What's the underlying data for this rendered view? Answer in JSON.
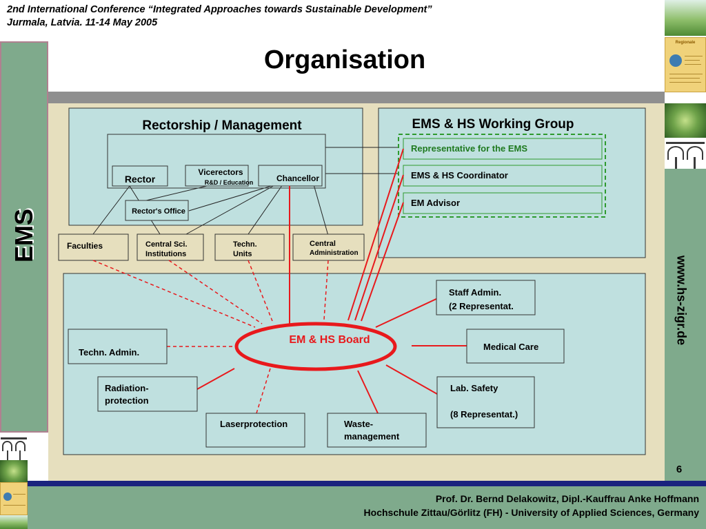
{
  "header": {
    "conference_line1": "2nd International Conference “Integrated Approaches towards Sustainable Development”",
    "conference_line2": "Jurmala, Latvia. 11-14 May 2005",
    "title": "Organisation"
  },
  "side": {
    "ems_label": "EMS",
    "url": "www.hs-zigr.de",
    "page_number": "6"
  },
  "footer": {
    "line1": "Prof. Dr. Bernd Delakowitz, Dipl.-Kauffrau Anke Hoffmann",
    "line2": "Hochschule Zittau/Görlitz (FH) - University of Applied Sciences, Germany"
  },
  "diagram": {
    "rectorship": {
      "title": "Rectorship / Management",
      "rector": "Rector",
      "vicerectors": "Vicerectors",
      "vicerectors_sub": "R&D / Education",
      "chancellor": "Chancellor",
      "rectors_office": "Rector's Office"
    },
    "units": {
      "faculties": "Faculties",
      "central_sci_1": "Central Sci.",
      "central_sci_2": "Institutions",
      "techn_units_1": "Techn.",
      "techn_units_2": "Units",
      "central_admin_1": "Central",
      "central_admin_2": "Administration"
    },
    "working_group": {
      "title": "EMS & HS Working Group",
      "rep": "Representative for the EMS",
      "coordinator": "EMS & HS Coordinator",
      "advisor": "EM Advisor"
    },
    "board": {
      "label": "EM & HS Board",
      "staff_admin_1": "Staff Admin.",
      "staff_admin_2": "(2 Representat.",
      "medical_care": "Medical Care",
      "lab_safety_1": "Lab. Safety",
      "lab_safety_2": "(8 Representat.)",
      "techn_admin": "Techn. Admin.",
      "radiation_1": "Radiation-",
      "radiation_2": "protection",
      "laserprotection": "Laserprotection",
      "waste_1": "Waste-",
      "waste_2": "management"
    },
    "colors": {
      "panel": "#bfe0df",
      "box": "#e6dfbe",
      "red": "#e8191c",
      "green_dash": "#2e9a2e",
      "green_text": "#1f7a1f",
      "background": "#e6dfbe"
    }
  }
}
